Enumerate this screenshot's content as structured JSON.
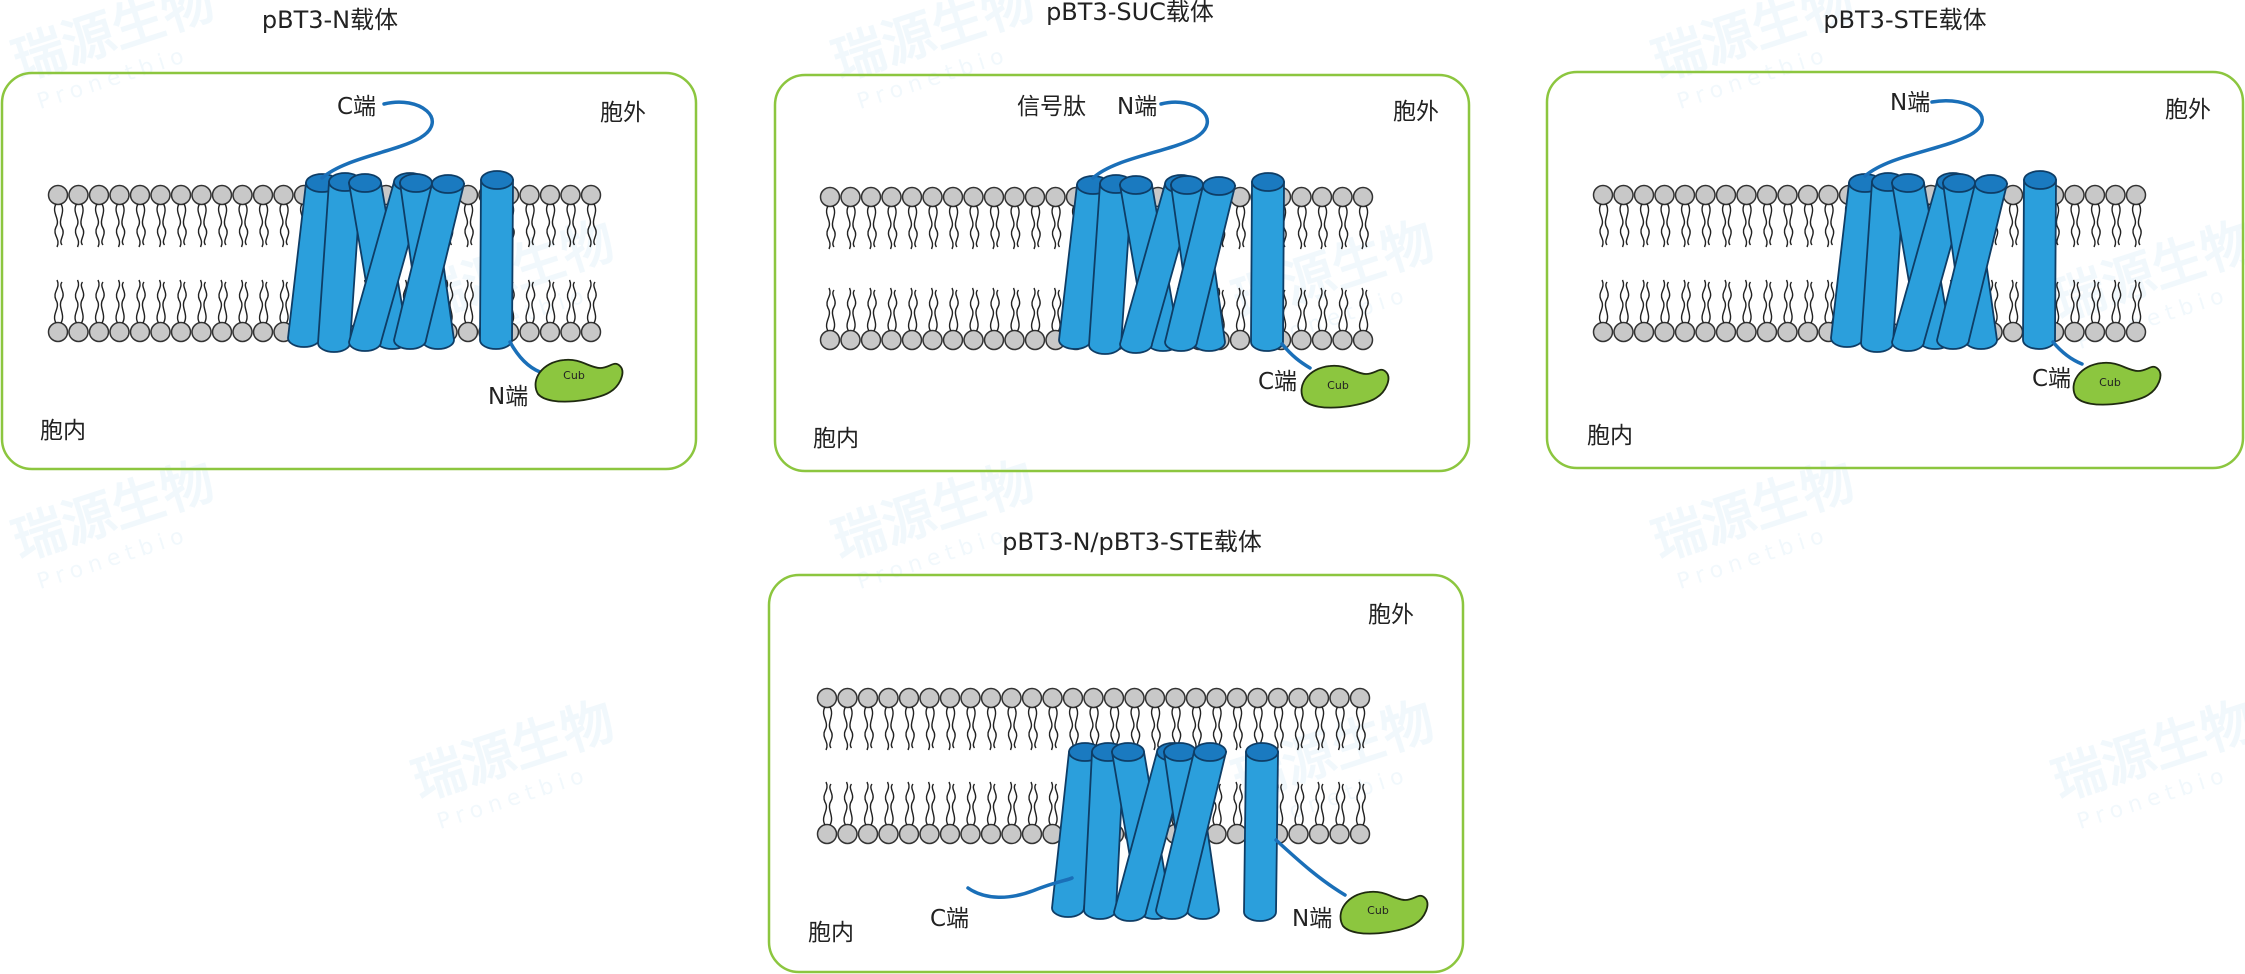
{
  "colors": {
    "panel_border": "#8cc63f",
    "helix_fill": "#2b9fdc",
    "helix_stroke": "#0e3d66",
    "helix_top": "#1a7ac0",
    "terminus_line": "#1a6fb8",
    "lipid_head": "#c8c8c8",
    "lipid_stroke": "#333333",
    "cub_fill": "#8cc63f",
    "watermark": "#4aa3d8"
  },
  "watermark": {
    "brand": "瑞源生物",
    "latin": "Pronetbio"
  },
  "panels": [
    {
      "id": "n",
      "title": "pBT3-N载体",
      "outside": "胞外",
      "inside": "胞内",
      "top_terminus": "C端",
      "bottom_terminus": "N端",
      "cub": "Cub"
    },
    {
      "id": "suc",
      "title": "pBT3-SUC载体",
      "outside": "胞外",
      "inside": "胞内",
      "signal": "信号肽",
      "top_terminus": "N端",
      "bottom_terminus": "C端",
      "cub": "Cub"
    },
    {
      "id": "ste",
      "title": "pBT3-STE载体",
      "outside": "胞外",
      "inside": "胞内",
      "top_terminus": "N端",
      "bottom_terminus": "C端",
      "cub": "Cub"
    },
    {
      "id": "nste",
      "title": "pBT3-N/pBT3-STE载体",
      "outside": "胞外",
      "inside": "胞内",
      "left_terminus": "C端",
      "right_terminus": "N端",
      "cub": "Cub"
    }
  ]
}
